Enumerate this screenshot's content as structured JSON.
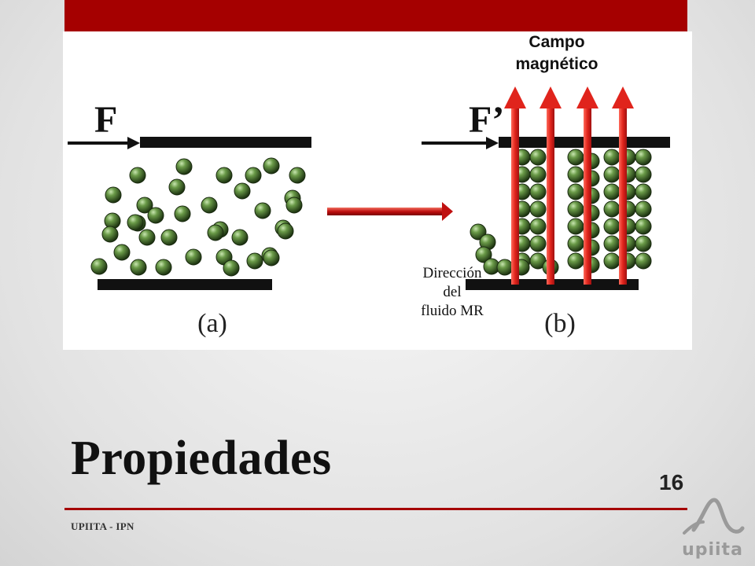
{
  "colors": {
    "accent": "#a50000",
    "particle": "#4a7a30",
    "field_arrow": "#e0241c"
  },
  "diagram": {
    "label_force_a": "F",
    "label_force_b": "F’",
    "field_label_line1": "Campo",
    "field_label_line2": "magnético",
    "label_a": "(a)",
    "label_b": "(b)",
    "flow_caption": [
      "Dirección",
      "del",
      "fluido MR"
    ]
  },
  "slide": {
    "title": "Propiedades",
    "page_number": "16",
    "footer": "UPIITA - IPN",
    "logo_text": "upiita"
  }
}
